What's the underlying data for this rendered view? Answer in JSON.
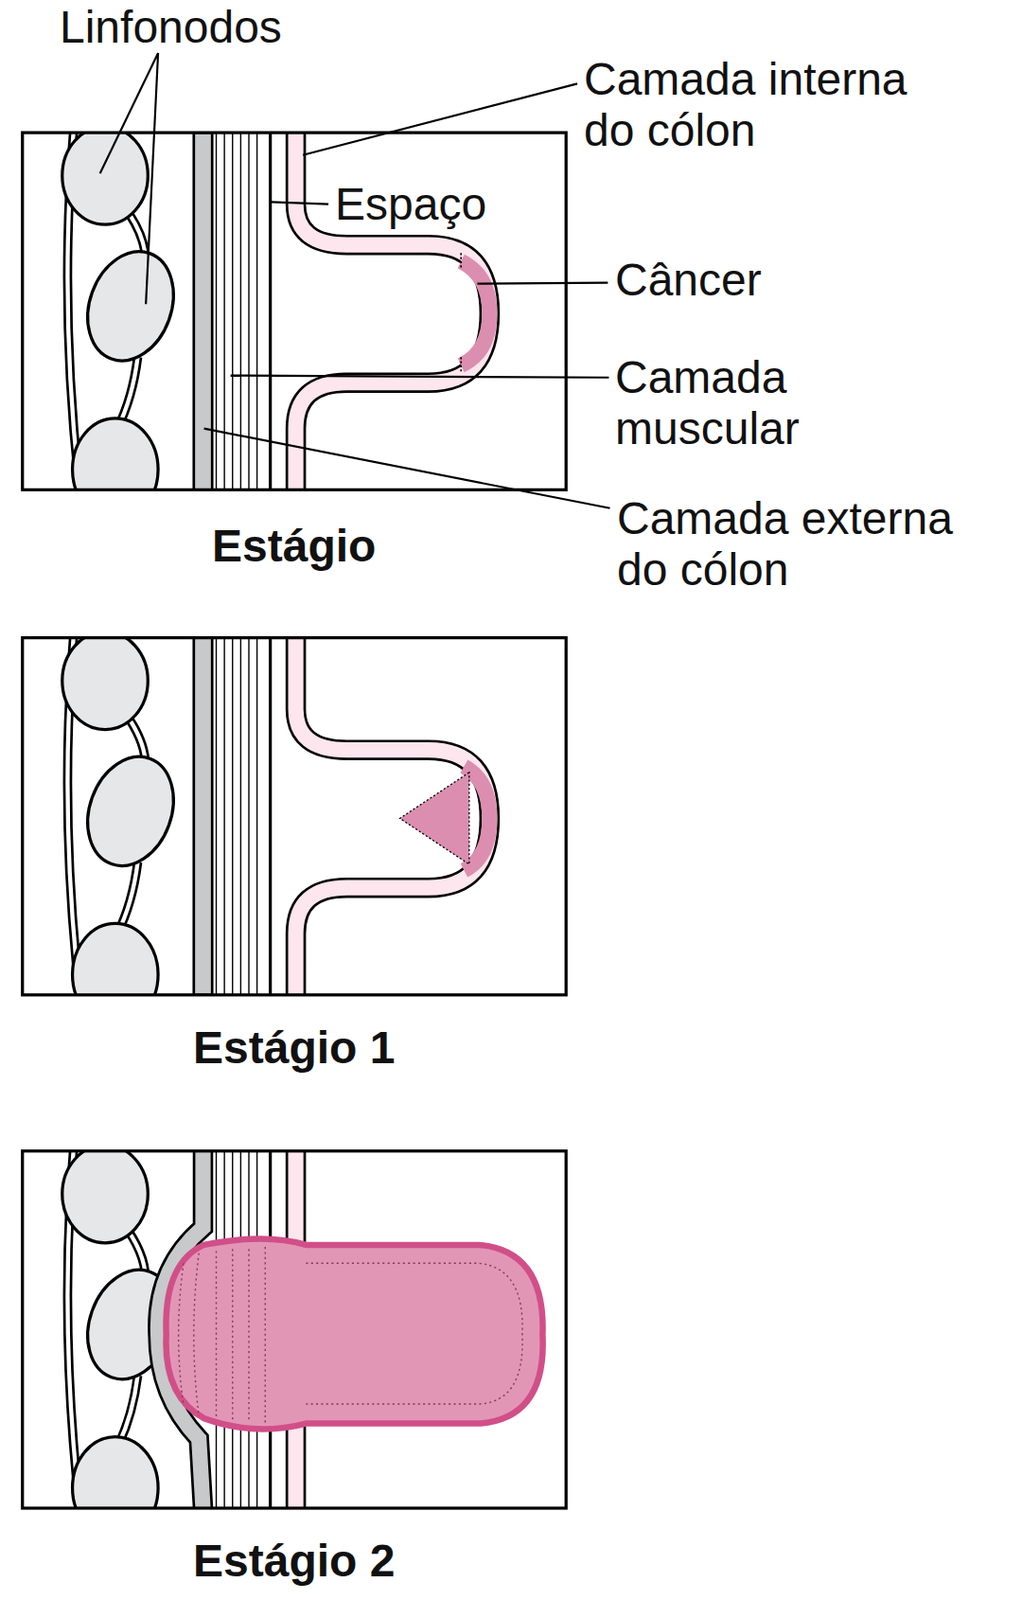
{
  "diagram": {
    "labels": [
      "Linfonodos",
      "Camada interna do cólon",
      "Espaço",
      "Câncer",
      "Camada muscular",
      "Camada externa do cólon",
      "Estágio",
      "Estágio 1",
      "Estágio 2"
    ]
  }
}
